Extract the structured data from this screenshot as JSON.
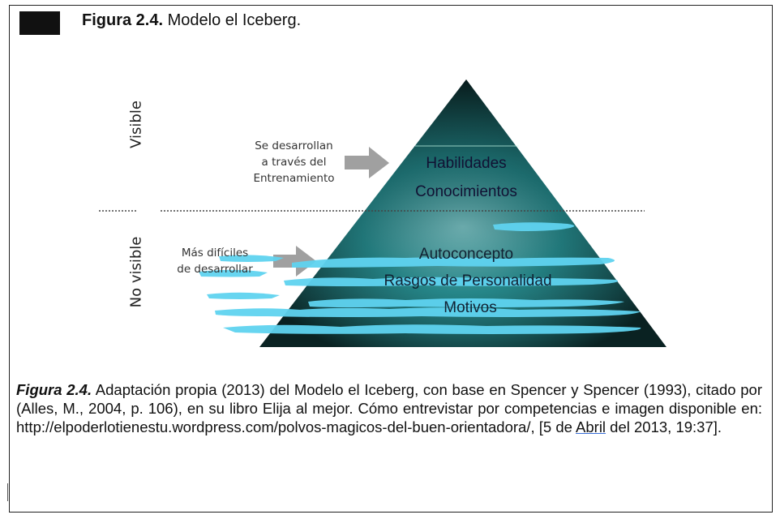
{
  "header": {
    "figure_number": "Figura 2.4.",
    "figure_title": "Modelo el Iceberg."
  },
  "diagram": {
    "visible_label": "Visible",
    "not_visible_label": "No visible",
    "note_visible": [
      "Se desarrollan",
      "a través del",
      "Entrenamiento"
    ],
    "note_not_visible": [
      "Más difíciles",
      "de desarrollar"
    ],
    "layers": {
      "habilidades": "Habilidades",
      "conocimientos": "Conocimientos",
      "autoconcepto": "Autoconcepto",
      "rasgos": "Rasgos de Personalidad",
      "motivos": "Motivos"
    },
    "colors": {
      "iceberg_dark": "#0d2b2b",
      "iceberg_light": "#8fe6ea",
      "water": "#5fd3f0",
      "arrow": "#a0a0a0"
    }
  },
  "caption": {
    "figure_label": "Figura 2.4.",
    "text_main": " Adaptación propia (2013) del Modelo el Iceberg, con base en Spencer y Spencer (1993), citado por (Alles, M., 2004, p. 106), en su libro Elija al mejor. Cómo entrevistar por competencias e imagen disponible en: http://elpoderlotienestu.wordpress.com/polvos-magicos-del-buen-orientadora/, [5 de",
    "abril": "Abril",
    "text_end": " del 2013, 19:37]."
  }
}
